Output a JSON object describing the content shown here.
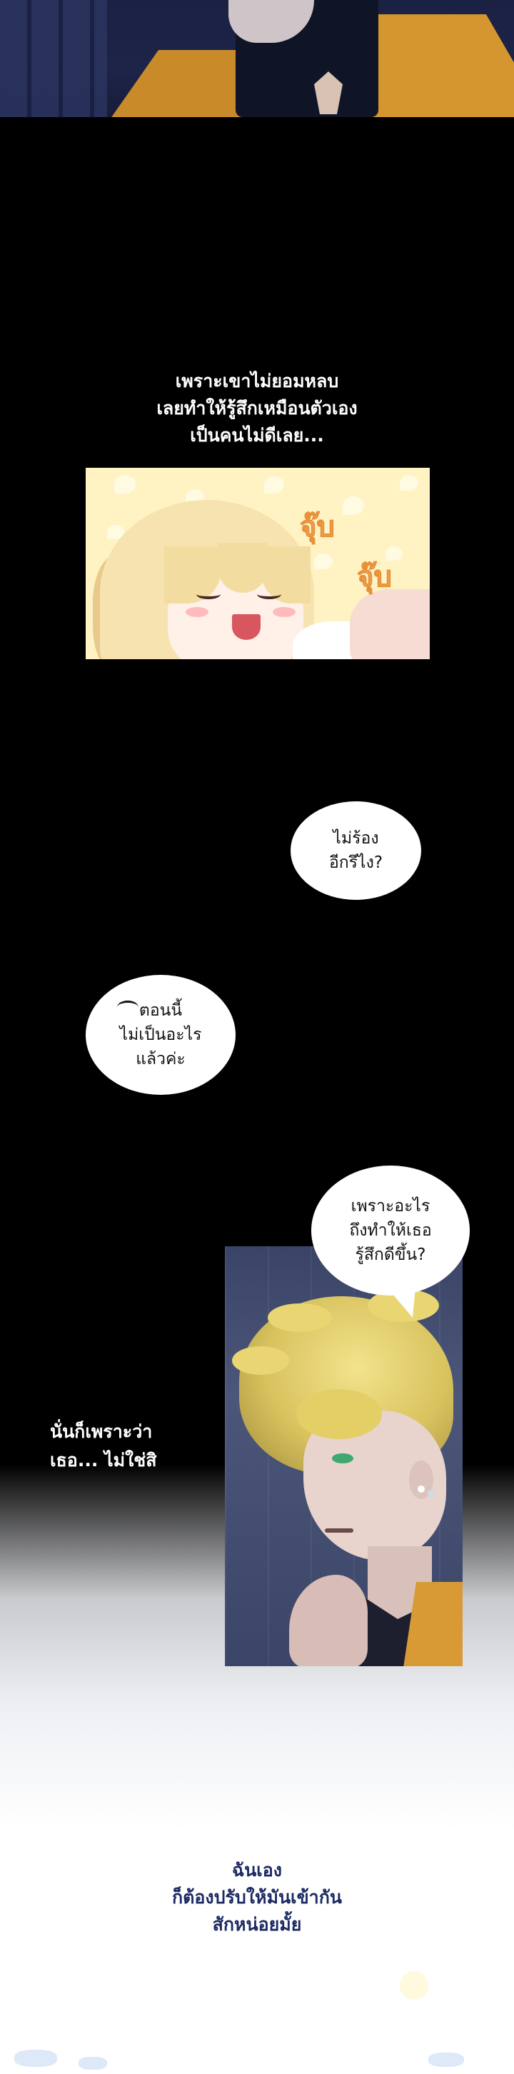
{
  "captions": {
    "caption_1": [
      "เพราะเขาไม่ยอมหลบ",
      "เลยทำให้รู้สึกเหมือนตัวเอง",
      "เป็นคนไม่ดีเลย..."
    ],
    "caption_2": [
      "นั่นก็เพราะว่า",
      "เธอ... ไม่ใช่สิ"
    ],
    "caption_3": [
      "ฉันเอง",
      "ก็ต้องปรับให้มันเข้ากัน",
      "สักหน่อยมั้ย"
    ]
  },
  "bubbles": {
    "bubble_1": [
      "ไม่ร้อง",
      "อีกรึไง?"
    ],
    "bubble_2": [
      "ตอนนี้",
      "ไม่เป็นอะไร",
      "แล้วค่ะ"
    ],
    "bubble_3": [
      "เพราะอะไร",
      "ถึงทำให้เธอ",
      "รู้สึกดีขึ้น?"
    ]
  },
  "sfx": {
    "sfx_1": "จุ๊บ",
    "sfx_2": "จุ๊บ"
  },
  "colors": {
    "background": "#000000",
    "caption_text": "#ffffff",
    "final_caption_text": "#1c2a63",
    "sfx": "#f0b060"
  }
}
